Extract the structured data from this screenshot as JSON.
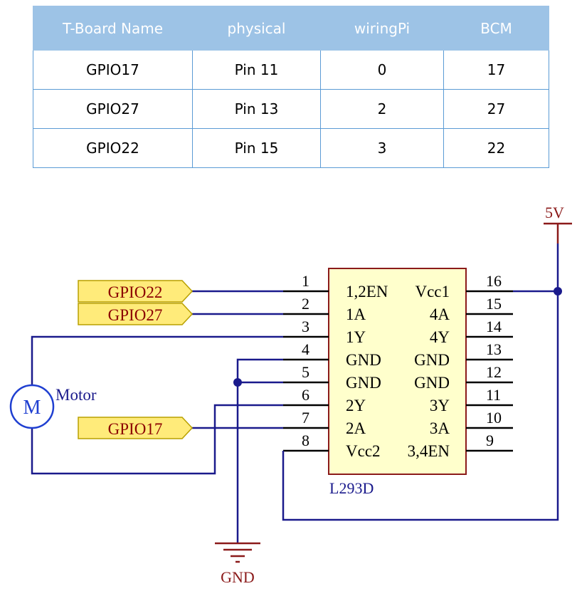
{
  "table": {
    "headers": [
      "T-Board Name",
      "physical",
      "wiringPi",
      "BCM"
    ],
    "rows": [
      [
        "GPIO17",
        "Pin 11",
        "0",
        "17"
      ],
      [
        "GPIO27",
        "Pin 13",
        "2",
        "27"
      ],
      [
        "GPIO22",
        "Pin 15",
        "3",
        "22"
      ]
    ]
  },
  "schematic": {
    "chip_name": "L293D",
    "left_pins": [
      {
        "num": "1",
        "label": "1,2EN"
      },
      {
        "num": "2",
        "label": "1A"
      },
      {
        "num": "3",
        "label": "1Y"
      },
      {
        "num": "4",
        "label": "GND"
      },
      {
        "num": "5",
        "label": "GND"
      },
      {
        "num": "6",
        "label": "2Y"
      },
      {
        "num": "7",
        "label": "2A"
      },
      {
        "num": "8",
        "label": "Vcc2"
      }
    ],
    "right_pins": [
      {
        "num": "16",
        "label": "Vcc1"
      },
      {
        "num": "15",
        "label": "4A"
      },
      {
        "num": "14",
        "label": "4Y"
      },
      {
        "num": "13",
        "label": "GND"
      },
      {
        "num": "12",
        "label": "GND"
      },
      {
        "num": "11",
        "label": "3Y"
      },
      {
        "num": "10",
        "label": "3A"
      },
      {
        "num": "9",
        "label": "3,4EN"
      }
    ],
    "gpio_labels": {
      "a": "GPIO22",
      "b": "GPIO27",
      "c": "GPIO17"
    },
    "motor_symbol": "M",
    "motor_label": "Motor",
    "power_label": "5V",
    "ground_label": "GND",
    "colors": {
      "wire": "#1a1a8c",
      "chip_border": "#8b1a1a",
      "chip_fill": "#ffffcc",
      "label_fill": "#ffeb7a",
      "label_text": "#8b0000",
      "power": "#8b1a1a",
      "motor": "#1f3fd1"
    }
  }
}
